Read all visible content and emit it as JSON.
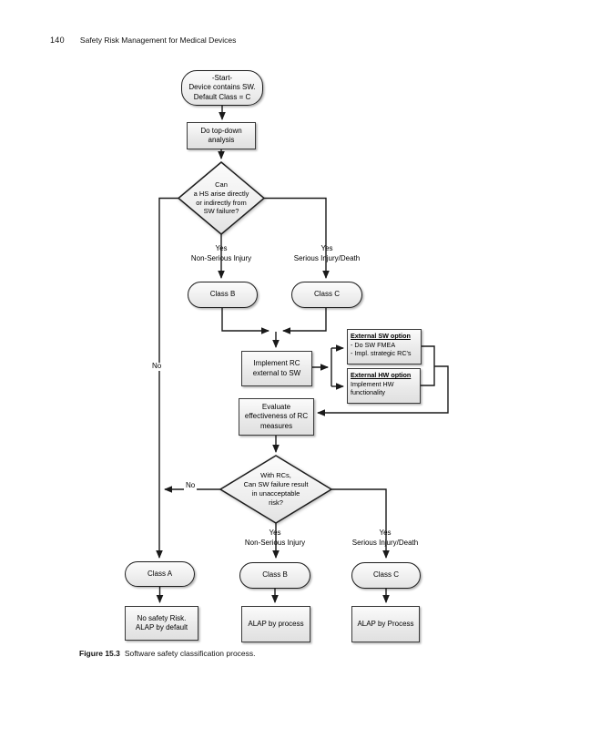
{
  "page": {
    "number": "140",
    "header_title": "Safety Risk Management for Medical Devices",
    "caption_label": "Figure 15.3",
    "caption_text": "Software safety classification process."
  },
  "flowchart": {
    "nodes": {
      "start": "-Start-\nDevice contains SW.\nDefault Class = C",
      "top_down": "Do top-down\nanalysis",
      "decision1": "Can\na HS arise directly\nor indirectly from\nSW failure?",
      "class_b_upper": "Class B",
      "class_c_upper": "Class C",
      "implement_rc": "Implement RC\nexternal to SW",
      "external_sw_title": "External SW option",
      "external_sw_body": "- Do SW FMEA\n- Impl. strategic RC's",
      "external_hw_title": "External HW option",
      "external_hw_body": "Implement HW\nfunctionality",
      "evaluate": "Evaluate\neffectiveness of RC\nmeasures",
      "decision2": "With RCs,\nCan SW failure result\nin unacceptable\nrisk?",
      "class_a": "Class A",
      "class_b_lower": "Class B",
      "class_c_lower": "Class C",
      "no_safety": "No safety Risk.\nALAP by default",
      "alap_by_process_b": "ALAP by process",
      "alap_by_process_c": "ALAP by Process"
    },
    "edge_labels": {
      "yes_nonserious_upper": "Yes\nNon-Serious Injury",
      "yes_serious_upper": "Yes\nSerious Injury/Death",
      "no_upper": "No",
      "no_lower": "No",
      "yes_nonserious_lower": "Yes\nNon-Serious Injury",
      "yes_serious_lower": "Yes\nSerious Injury/Death"
    },
    "colors": {
      "node_fill_light": "#fbfbfb",
      "node_fill_dark": "#e0e0e0",
      "node_border": "#3a3a3a",
      "connector": "#1a1a1a"
    }
  }
}
